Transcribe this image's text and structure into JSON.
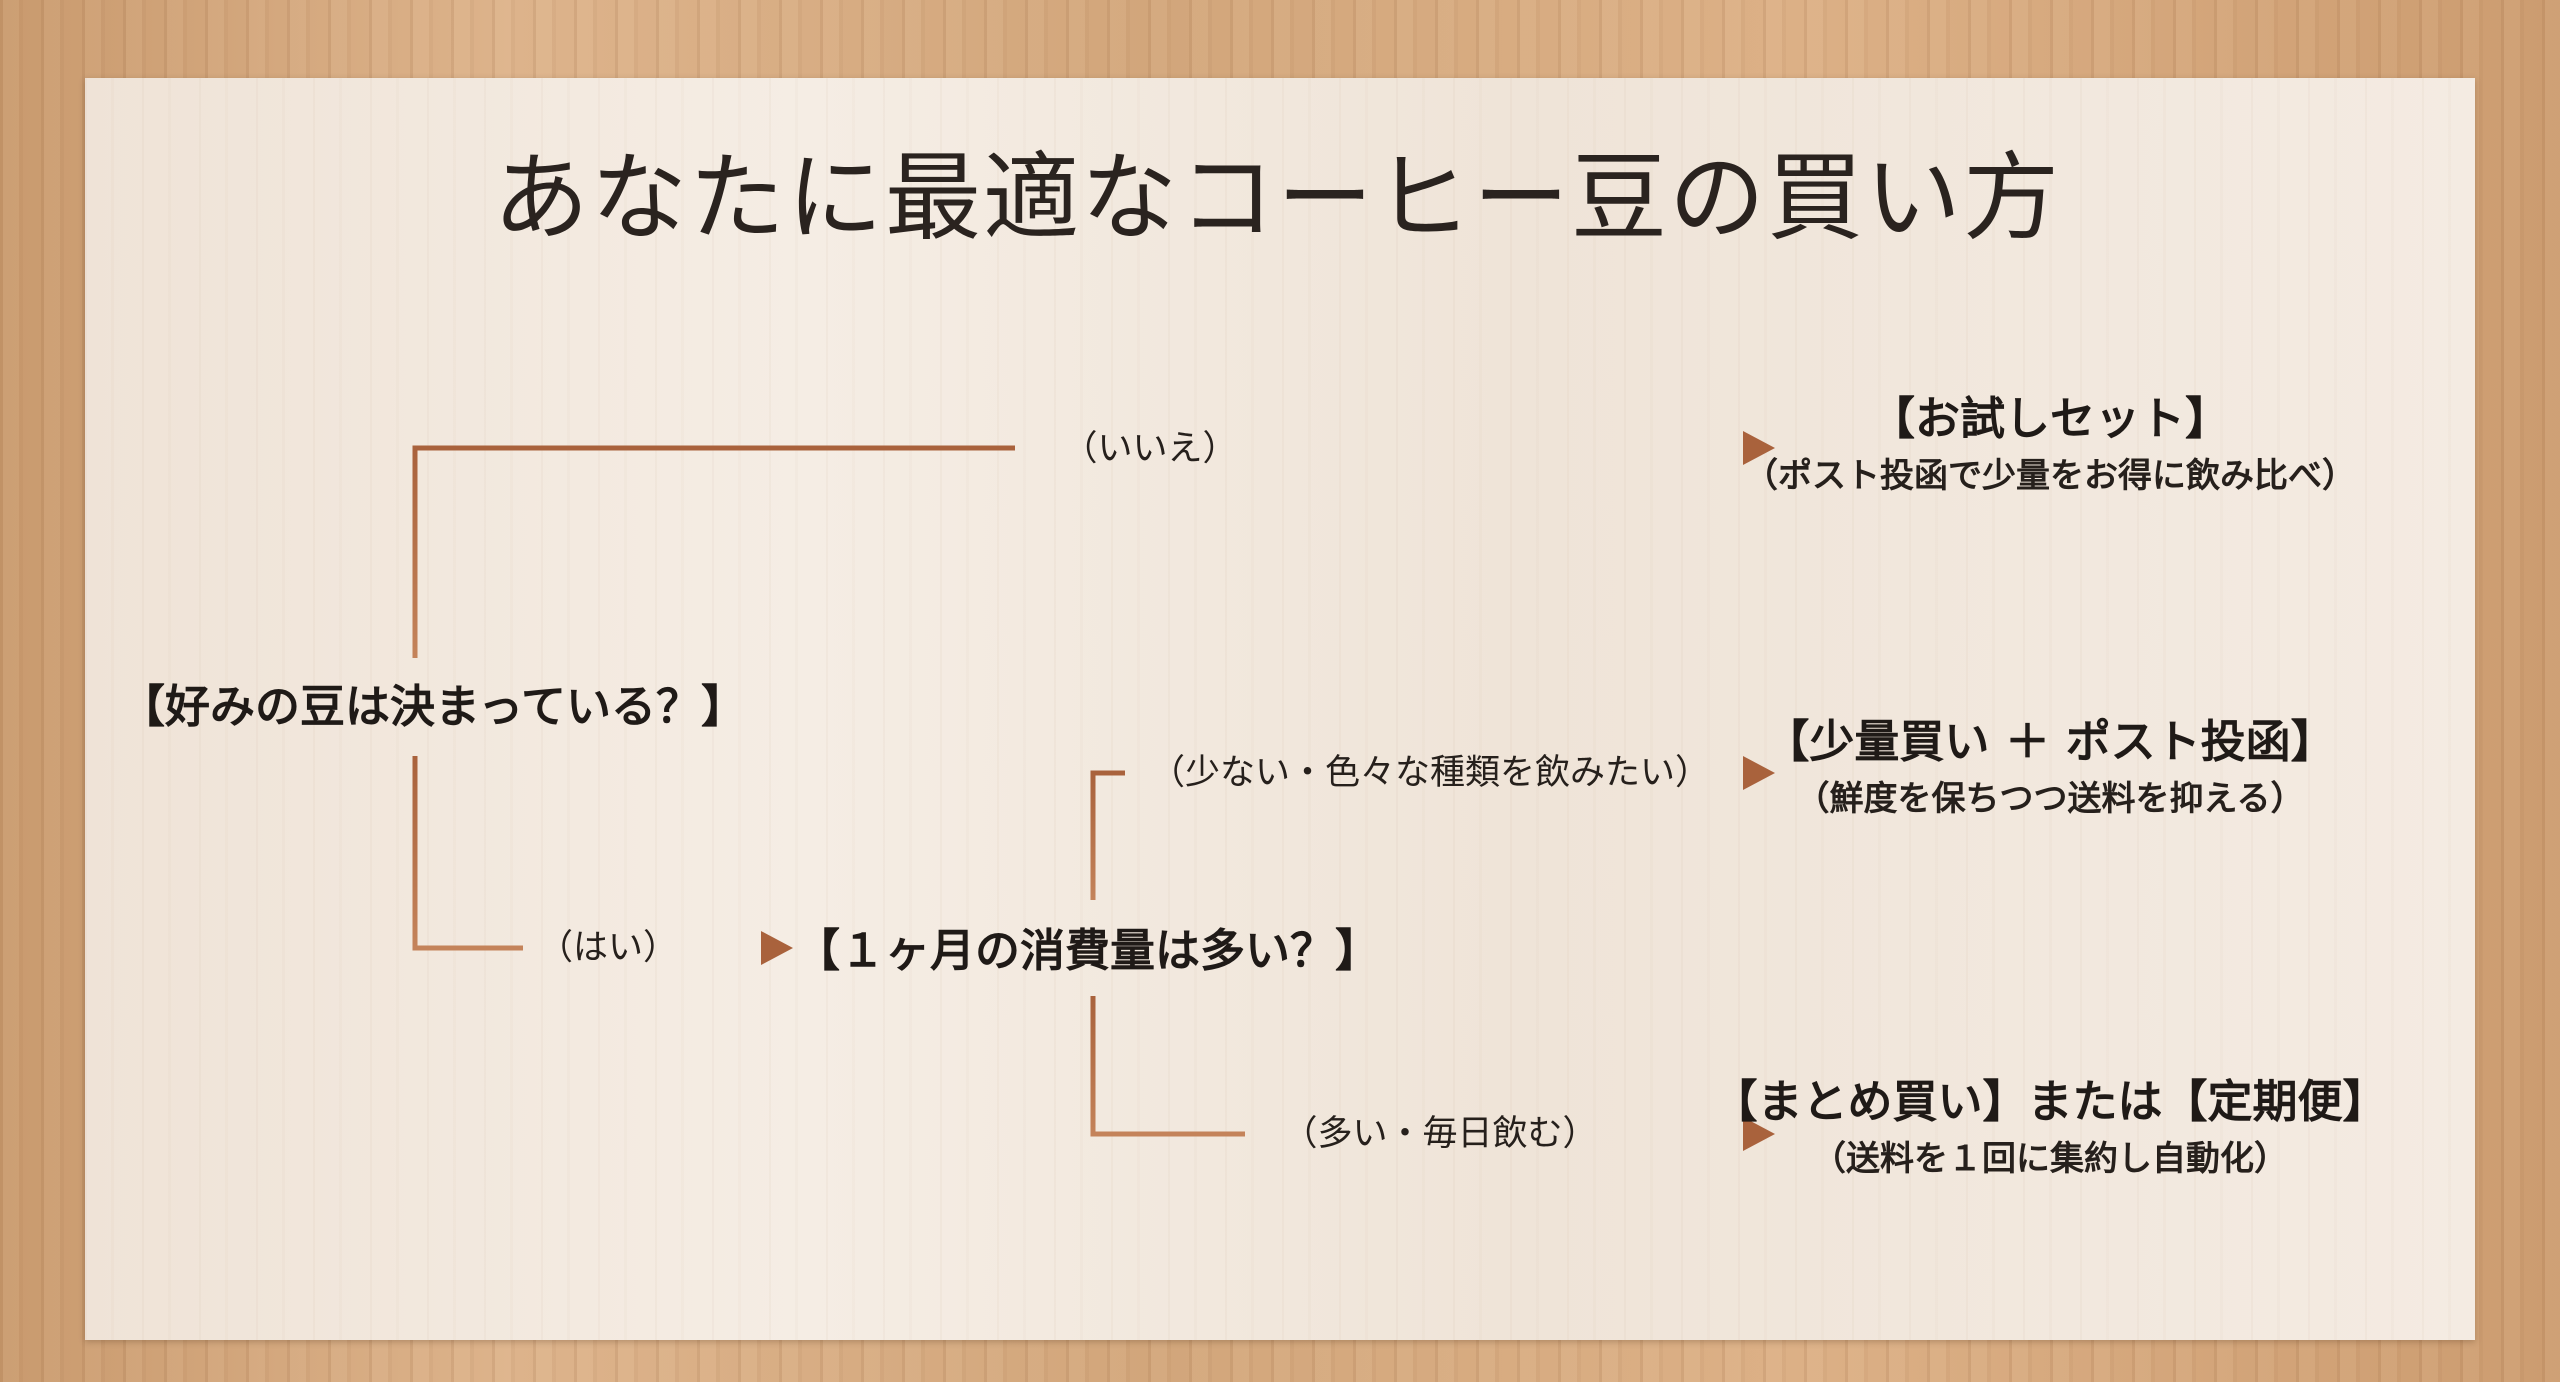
{
  "title": "あなたに最適なコーヒー豆の買い方",
  "colors": {
    "line": "#b46f48",
    "line_dark": "#8a4a2b",
    "board": "#f2e8de",
    "wood": "#d3a77d",
    "text": "#1f1a17"
  },
  "nodes": {
    "q1": "【好みの豆は決まっている？】",
    "q2": "【１ヶ月の消費量は多い？】"
  },
  "branches": {
    "no": "（いいえ）",
    "yes": "（はい）",
    "few": "（少ない・色々な種類を飲みたい）",
    "many": "（多い・毎日飲む）"
  },
  "results": [
    {
      "title": "【お試しセット】",
      "sub": "（ポスト投函で少量をお得に飲み比べ）"
    },
    {
      "title": "【少量買い ＋ ポスト投函】",
      "sub": "（鮮度を保ちつつ送料を抑える）"
    },
    {
      "title": "【まとめ買い】または【定期便】",
      "sub": "（送料を１回に集約し自動化）"
    }
  ]
}
